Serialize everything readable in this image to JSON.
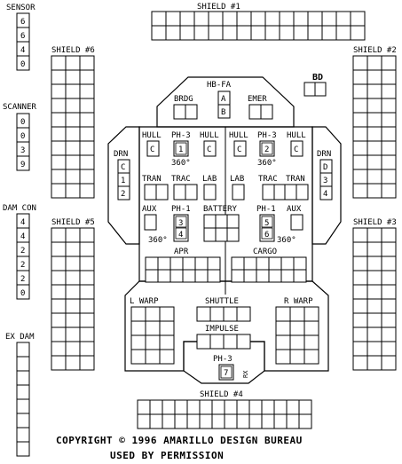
{
  "sensor": {
    "label": "SENSOR",
    "values": [
      "6",
      "6",
      "4",
      "0"
    ]
  },
  "scanner": {
    "label": "SCANNER",
    "values": [
      "0",
      "0",
      "3",
      "9"
    ]
  },
  "dam_con": {
    "label": "DAM CON",
    "values": [
      "4",
      "4",
      "2",
      "2",
      "2",
      "0"
    ]
  },
  "ex_dam": {
    "label": "EX DAM"
  },
  "shields": {
    "s1": "SHIELD #1",
    "s2": "SHIELD #2",
    "s3": "SHIELD #3",
    "s4": "SHIELD #4",
    "s5": "SHIELD #5",
    "s6": "SHIELD #6"
  },
  "bd": "BD",
  "hb_fa": "HB-FA",
  "bridge": "BRDG",
  "emer": "EMER",
  "ab": [
    "A",
    "B"
  ],
  "hull": "HULL",
  "ph3": "PH-3",
  "ph1": "PH-1",
  "arc": "360°",
  "drn": "DRN",
  "drn_left": [
    "C",
    "1",
    "2"
  ],
  "drn_right": [
    "D",
    "3",
    "4"
  ],
  "tran": "TRAN",
  "trac": "TRAC",
  "lab": "LAB",
  "aux": "AUX",
  "battery": "BATTERY",
  "apr": "APR",
  "cargo": "CARGO",
  "lwarp": "L WARP",
  "rwarp": "R WARP",
  "shuttle": "SHUTTLE",
  "impulse": "IMPULSE",
  "hull_marks": {
    "left": "C",
    "mid_left": "C",
    "mid_right": "C",
    "right": "C"
  },
  "ph3_nums": {
    "left": "1",
    "right": "2",
    "aft": "7"
  },
  "ph1_nums": {
    "left": [
      "3",
      "4"
    ],
    "right": [
      "5",
      "6"
    ]
  },
  "rx": "RX",
  "copyright": "COPYRIGHT © 1996 AMARILLO DESIGN BUREAU",
  "used_by": "USED BY PERMISSION"
}
